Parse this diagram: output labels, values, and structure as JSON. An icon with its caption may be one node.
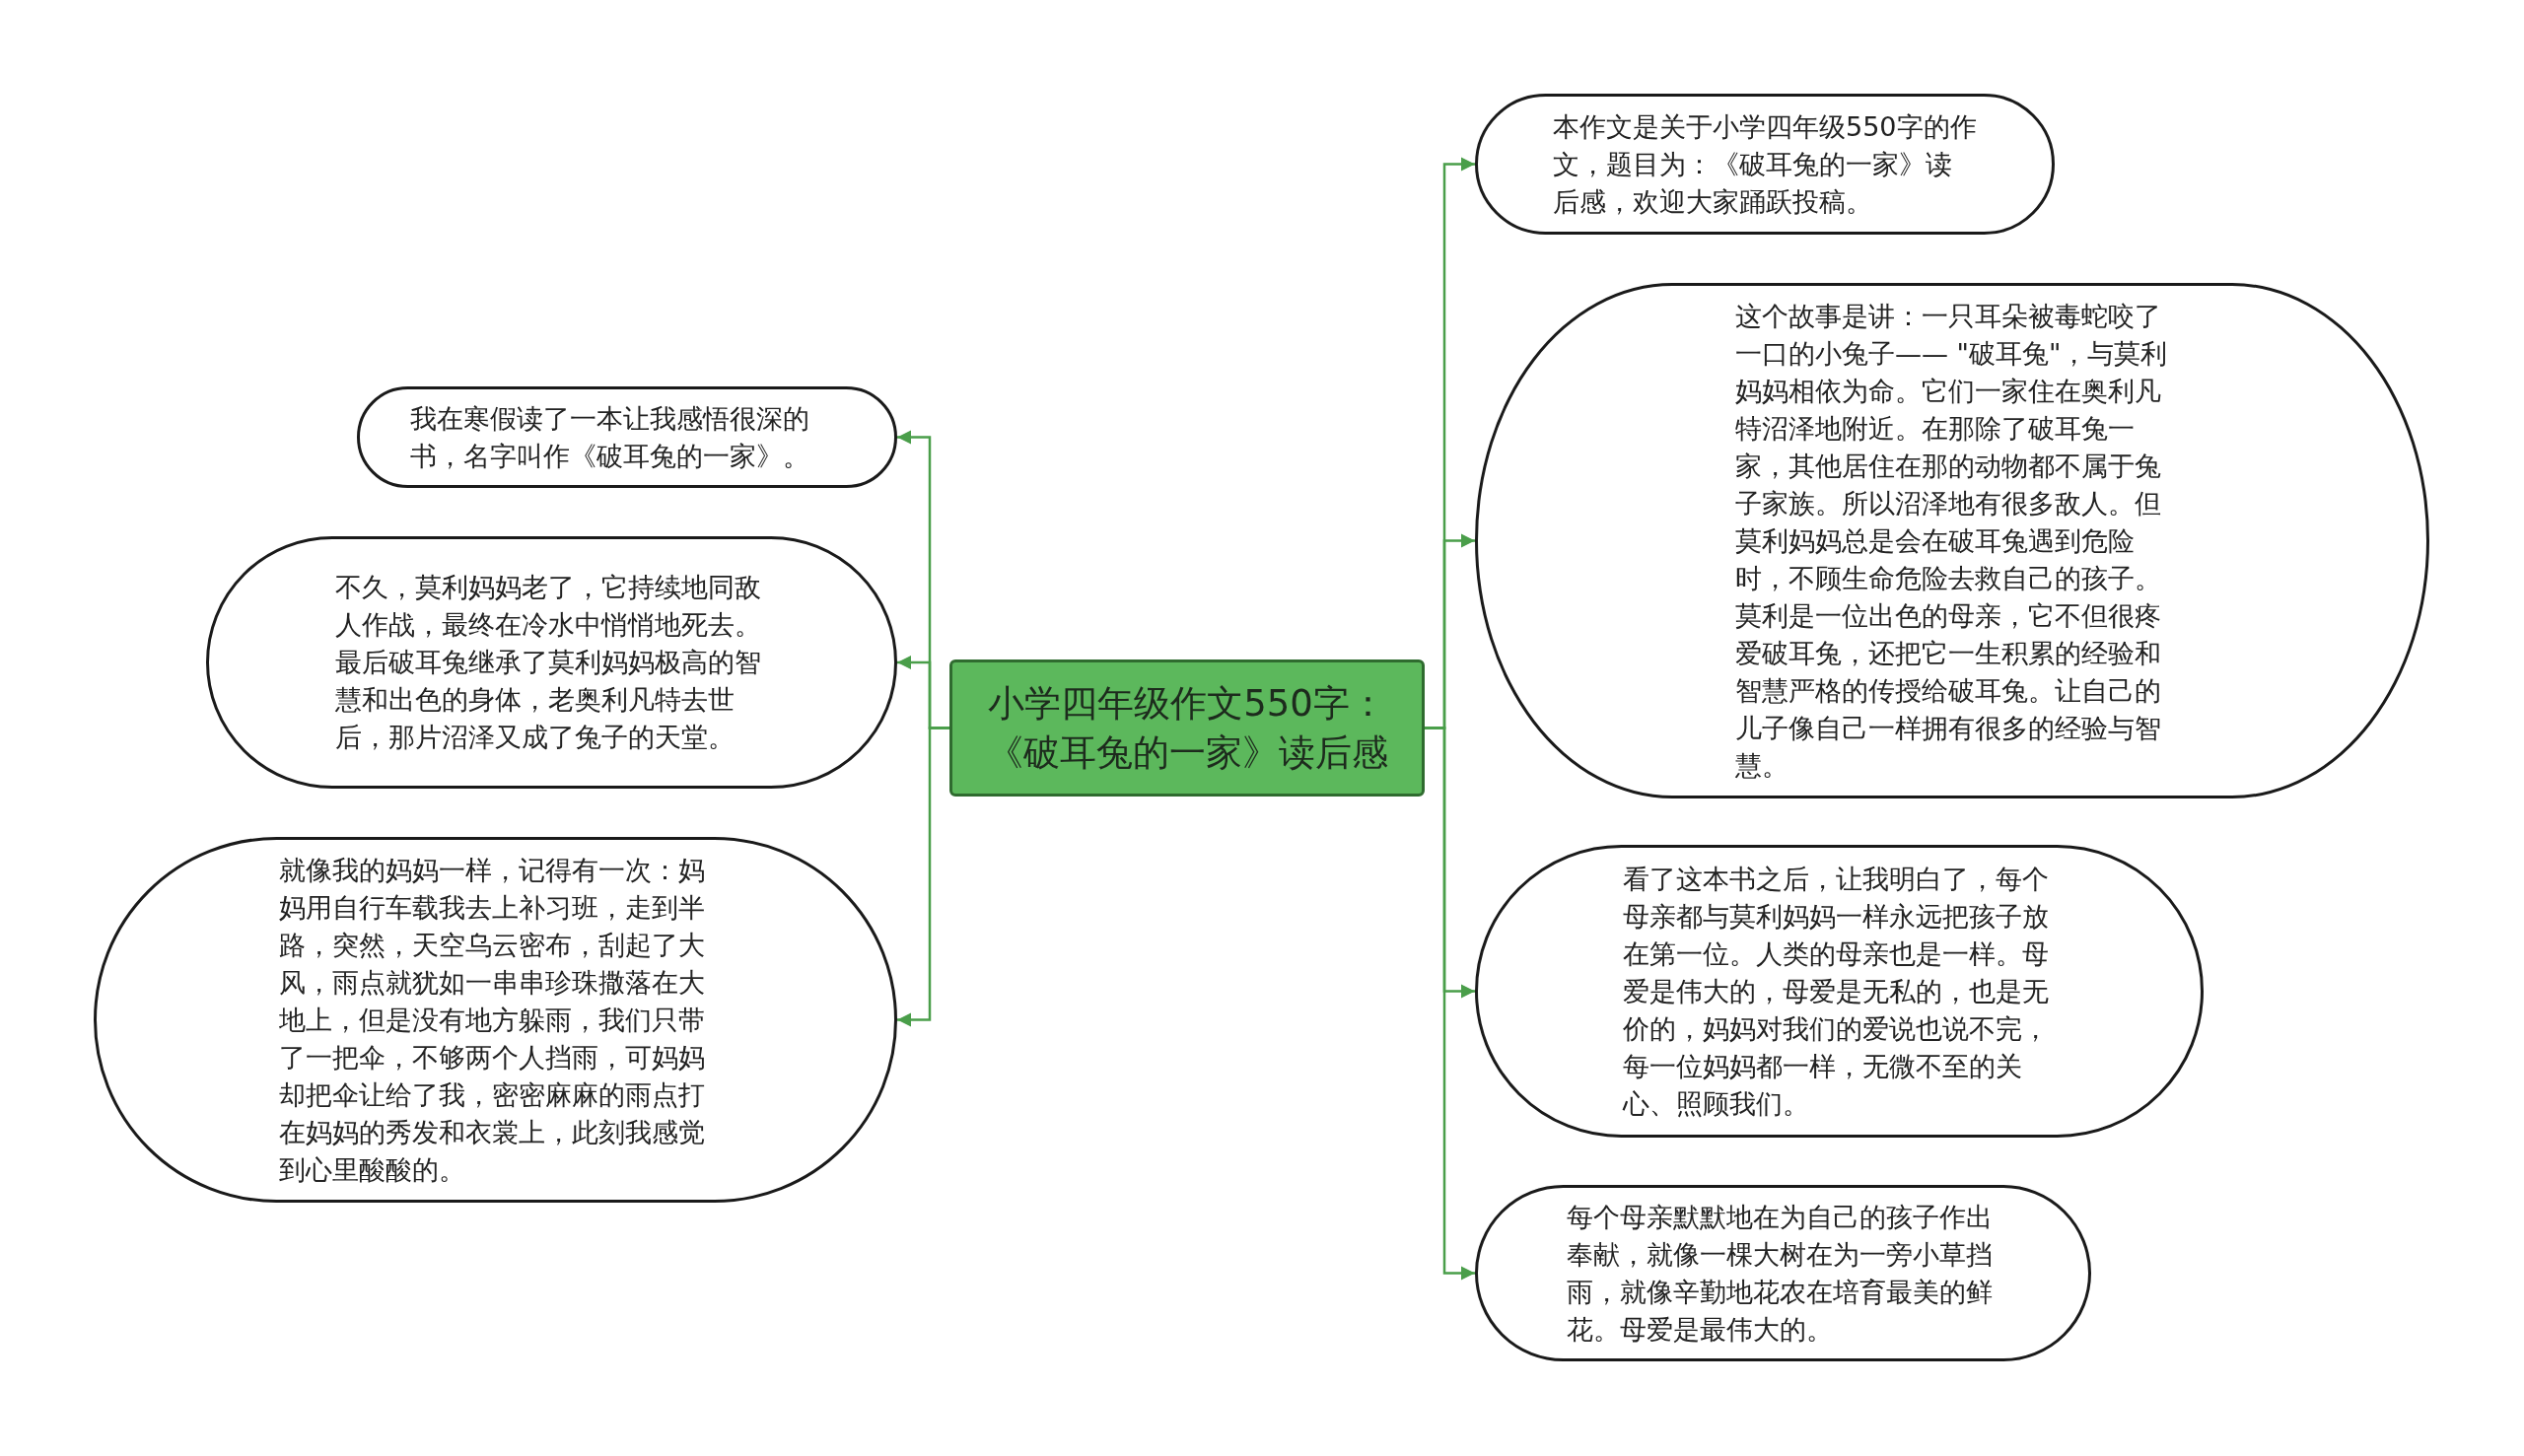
{
  "diagram": {
    "nodes": [
      {
        "text": [
          "小学四年级作文550字：《破耳兔的一家》读后感"
        ]
      },
      {
        "text": [
          "我在寒假读了一本让我感悟很深的书，名字叫作《破耳兔的一家》。"
        ]
      },
      {
        "text": [
          "不久，莫利妈妈老了，它持续地同敌人作战，最终在冷水中悄悄地死去。最后破耳兔继承了莫利妈妈极高的智慧和出色的身体，老奥利凡特去世后，那片沼泽又成了兔子的天堂。"
        ]
      },
      {
        "text": [
          "就像我的妈妈一样，记得有一次：妈妈用自行车载我去上补习班，走到半路，突然，天空乌云密布，刮起了大风，雨点就犹如一串串珍珠撒落在大地上，但是没有地方躲雨，我们只带了一把伞，不够两个人挡雨，可妈妈却把伞让给了我，密密麻麻的雨点打在妈妈的秀发和衣裳上，此刻我感觉到心里酸酸的。"
        ]
      },
      {
        "text": [
          "本作文是关于小学四年级550字的作文，题目为：《破耳兔的一家》读后感，欢迎大家踊跃投稿。"
        ]
      },
      {
        "text": [
          "这个故事是讲：一只耳朵被毒蛇咬了一口的小兔子——  \"破耳兔\"，与莫利妈妈相依为命。它们一家住在奥利凡特沼泽地附近。在那除了破耳兔一家，其他居住在那的动物都不属于兔子家族。所以沼泽地有很多敌人。但莫利妈妈总是会在破耳兔遇到危险时，不顾生命危险去救自己的孩子。莫利是一位出色的母亲，它不但很疼爱破耳兔，还把它一生积累的经验和智慧严格的传授给破耳兔。让自己的儿子像自己一样拥有很多的经验与智慧。"
        ]
      },
      {
        "text": [
          "看了这本书之后，让我明白了，每个母亲都与莫利妈妈一样永远把孩子放在第一位。人类的母亲也是一样。母爱是伟大的，母爱是无私的，也是无价的，妈妈对我们的爱说也说不完，每一位妈妈都一样，无微不至的关心、照顾我们。"
        ]
      },
      {
        "text": [
          "每个母亲默默地在为自己的孩子作出奉献，就像一棵大树在为一旁小草挡雨，就像辛勤地花农在培育最美的鲜花。母爱是最伟大的。"
        ]
      }
    ],
    "edges": [
      {
        "from": 0,
        "to": 1,
        "arrow": "to"
      },
      {
        "from": 0,
        "to": 2,
        "arrow": "to"
      },
      {
        "from": 0,
        "to": 3,
        "arrow": "to"
      },
      {
        "from": 0,
        "to": 4,
        "arrow": "to"
      },
      {
        "from": 0,
        "to": 5,
        "arrow": "to"
      },
      {
        "from": 0,
        "to": 6,
        "arrow": "to"
      },
      {
        "from": 0,
        "to": 7,
        "arrow": "to"
      }
    ]
  }
}
